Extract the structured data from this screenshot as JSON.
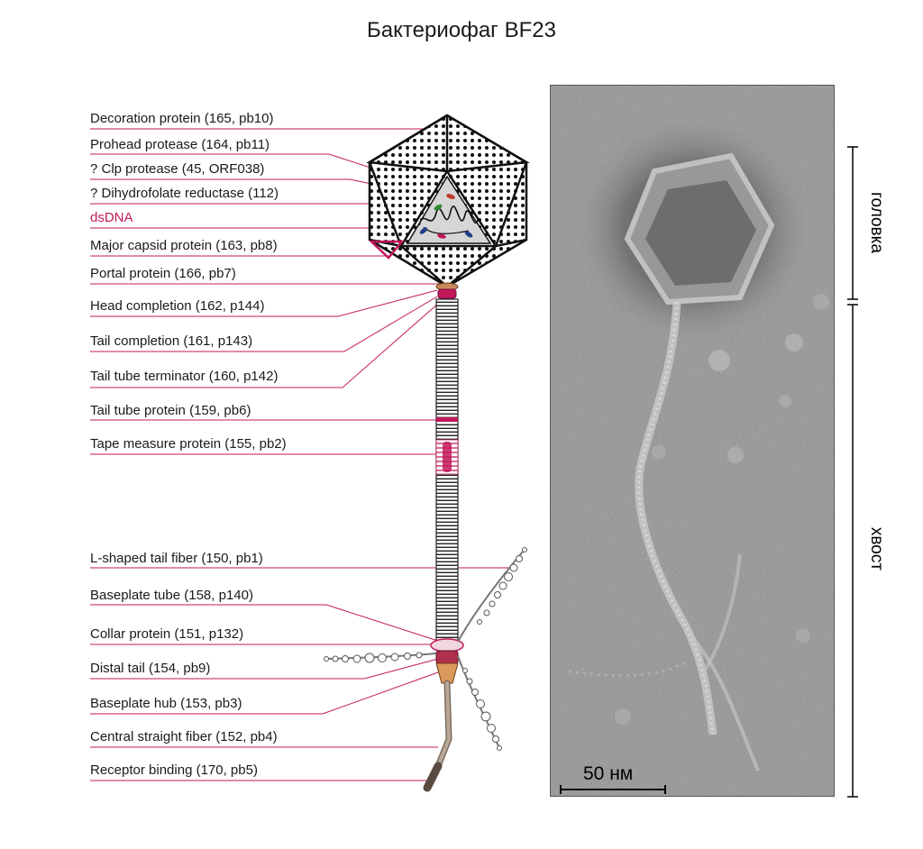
{
  "title": "Бактериофаг BF23",
  "labels": [
    {
      "id": "decoration",
      "text": "Decoration protein (165, pb10)"
    },
    {
      "id": "prohead",
      "text": "Prohead protease (164, pb11)"
    },
    {
      "id": "clp",
      "text": "? Clp protease (45, ORF038)"
    },
    {
      "id": "dhfr",
      "text": "? Dihydrofolate reductase (112)"
    },
    {
      "id": "dsdna",
      "text": "dsDNA"
    },
    {
      "id": "major-capsid",
      "text": "Major capsid protein (163, pb8)"
    },
    {
      "id": "portal",
      "text": "Portal protein (166, pb7)"
    },
    {
      "id": "head-completion",
      "text": "Head completion (162, p144)"
    },
    {
      "id": "tail-completion",
      "text": "Tail completion (161, p143)"
    },
    {
      "id": "tail-tube-terminator",
      "text": "Tail tube terminator (160, p142)"
    },
    {
      "id": "tail-tube-protein",
      "text": "Tail tube protein (159, pb6)"
    },
    {
      "id": "tape-measure",
      "text": "Tape measure protein (155, pb2)"
    },
    {
      "id": "l-shaped-fiber",
      "text": "L-shaped tail fiber (150, pb1)"
    },
    {
      "id": "baseplate-tube",
      "text": "Baseplate tube (158, p140)"
    },
    {
      "id": "collar",
      "text": "Collar protein (151, p132)"
    },
    {
      "id": "distal-tail",
      "text": "Distal tail (154, pb9)"
    },
    {
      "id": "baseplate-hub",
      "text": "Baseplate hub (153, pb3)"
    },
    {
      "id": "central-fiber",
      "text": "Central straight fiber (152, pb4)"
    },
    {
      "id": "receptor-binding",
      "text": "Receptor binding (170, pb5)"
    }
  ],
  "micrograph": {
    "scale_bar_label": "50 нм",
    "region_head_label": "головка",
    "region_tail_label": "хвост"
  },
  "colors": {
    "leader_line": "#c2185b",
    "accent_magenta": "#c2185b",
    "portal_brown": "#c8895a",
    "fiber_tan": "#a08a7a"
  }
}
